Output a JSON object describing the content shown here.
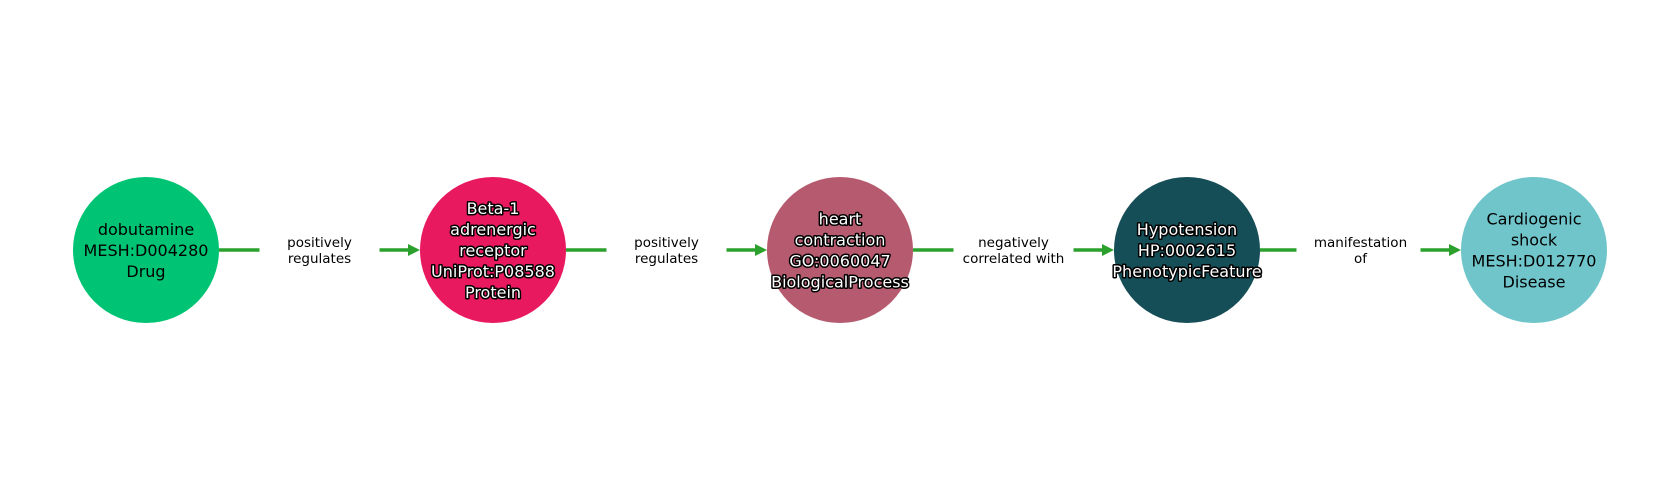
{
  "edge_color": "#2ca02c",
  "nodes": [
    {
      "lines": [
        "dobutamine",
        "MESH:D004280",
        "Drug"
      ],
      "color": "#00c473",
      "halo": false
    },
    {
      "lines": [
        "Beta-1",
        "adrenergic",
        "receptor",
        "UniProt:P08588",
        "Protein"
      ],
      "color": "#e8195f",
      "halo": true
    },
    {
      "lines": [
        "heart",
        "contraction",
        "GO:0060047",
        "BiologicalProcess"
      ],
      "color": "#b65b6f",
      "halo": true
    },
    {
      "lines": [
        "Hypotension",
        "HP:0002615",
        "PhenotypicFeature"
      ],
      "color": "#164e57",
      "halo": true
    },
    {
      "lines": [
        "Cardiogenic",
        "shock",
        "MESH:D012770",
        "Disease"
      ],
      "color": "#70c5cb",
      "halo": false
    }
  ],
  "edges": [
    {
      "from": 0,
      "to": 1,
      "lines": [
        "positively",
        "regulates"
      ]
    },
    {
      "from": 1,
      "to": 2,
      "lines": [
        "positively",
        "regulates"
      ]
    },
    {
      "from": 2,
      "to": 3,
      "lines": [
        "negatively",
        "correlated with"
      ]
    },
    {
      "from": 3,
      "to": 4,
      "lines": [
        "manifestation",
        "of"
      ]
    }
  ]
}
